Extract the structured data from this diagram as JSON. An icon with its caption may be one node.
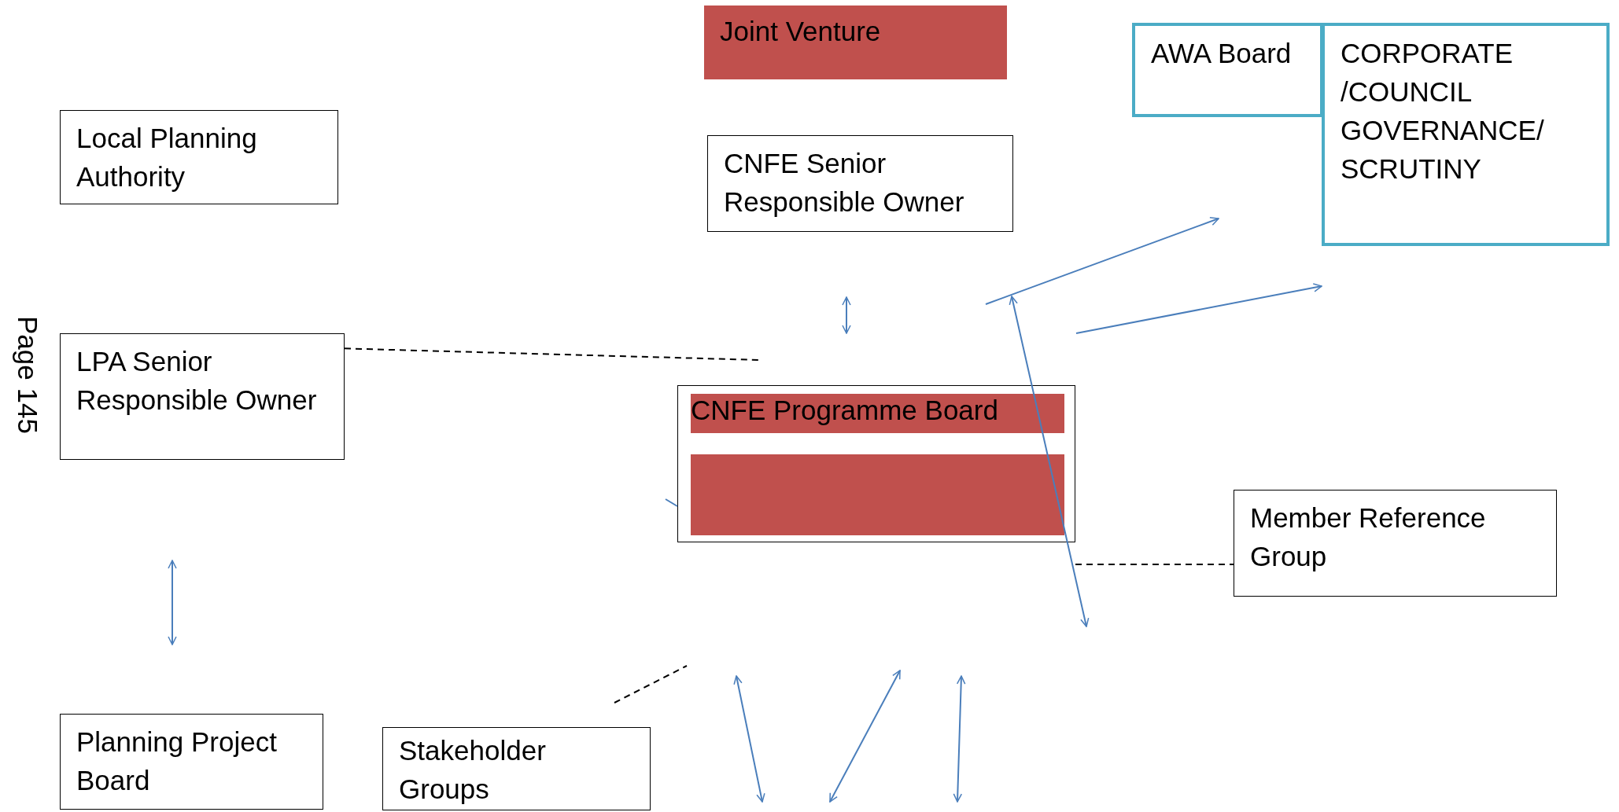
{
  "diagram": {
    "nodes": [
      {
        "text": [
          "Joint Venture"
        ]
      },
      {
        "text": [
          "Local Planning Authority"
        ]
      },
      {
        "text": [
          "CNFE Senior Responsible Owner"
        ]
      },
      {
        "text": [
          "AWA Board"
        ]
      },
      {
        "text": [
          "CORPORATE /COUNCIL GOVERNANCE/ SCRUTINY"
        ]
      },
      {
        "text": [
          "LPA Senior Responsible Owner"
        ]
      },
      {
        "text": [],
        "shape": "box"
      },
      {
        "text": [
          "CNFE Programme Board"
        ],
        "in": 6
      },
      {
        "text": [],
        "shape": "bar",
        "in": 6
      },
      {
        "text": [
          "Member Reference Group"
        ]
      },
      {
        "text": [
          "Planning Project Board"
        ]
      },
      {
        "text": [
          "Stakeholder Groups"
        ]
      }
    ],
    "edges": [
      {
        "from": 5,
        "to": null,
        "arrow": "none",
        "style": "dashed"
      },
      {
        "from": null,
        "to": 6,
        "arrow": "none",
        "color": "#4a7ebb"
      },
      {
        "from": 6,
        "to": 9,
        "arrow": "none",
        "style": "dashed"
      }
    ],
    "labels": [
      "Page 145"
    ]
  }
}
